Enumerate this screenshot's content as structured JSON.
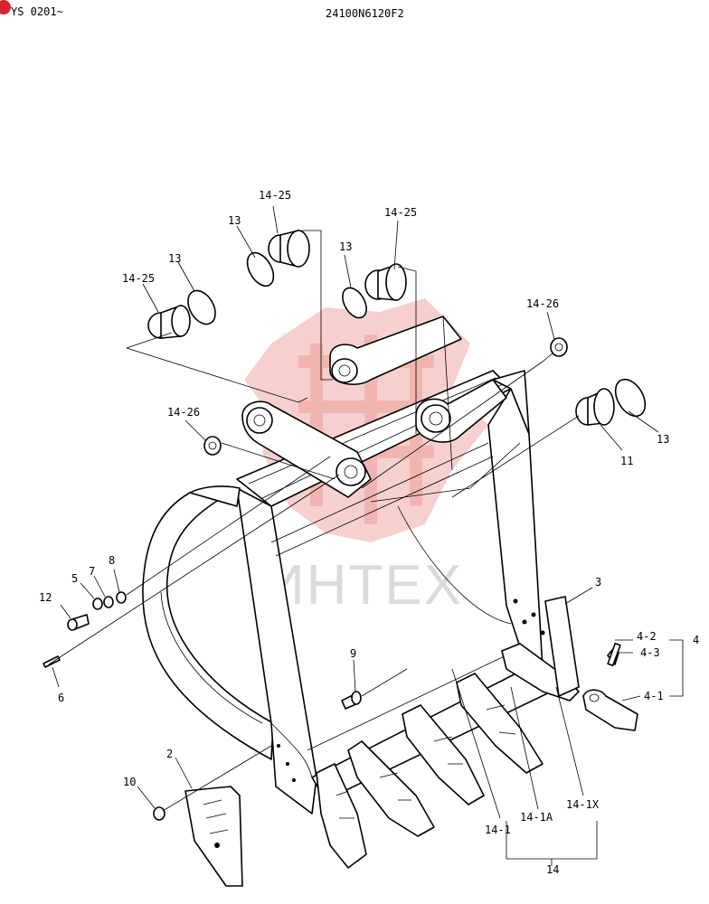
{
  "header": {
    "serial_range": "YS 0201~",
    "drawing_number": "24100N6120F2"
  },
  "watermark": {
    "text": "ИНТЕХ",
    "color": "#e0554e"
  },
  "callouts": {
    "p14_25_left": "14-25",
    "p13_left": "13",
    "p13_upper": "13",
    "p14_25_upper": "14-25",
    "p13_mid": "13",
    "p14_25_right": "14-25",
    "p14_26_right": "14-26",
    "p14_26_left": "14-26",
    "p13_right": "13",
    "p11": "11",
    "p3": "3",
    "p4_2": "4-2",
    "p4_3": "4-3",
    "p4": "4",
    "p4_1": "4-1",
    "p12": "12",
    "p5": "5",
    "p7": "7",
    "p8": "8",
    "p6": "6",
    "p9": "9",
    "p2": "2",
    "p10": "10",
    "p14_1": "14-1",
    "p14_1a": "14-1A",
    "p14_1x": "14-1X",
    "p14": "14"
  }
}
